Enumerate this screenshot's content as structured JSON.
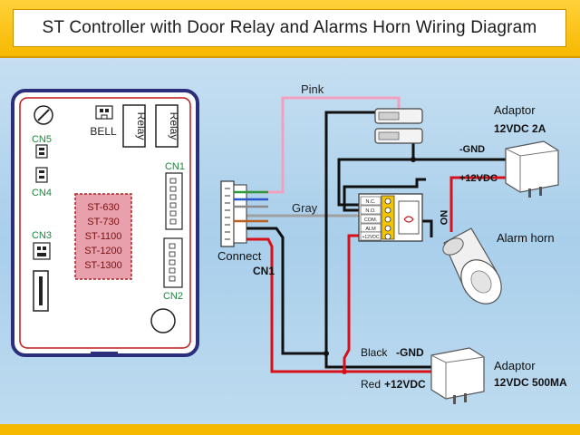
{
  "title": "ST Controller with Door Relay and Alarms Horn Wiring Diagram",
  "board": {
    "bell_label": "BELL",
    "relay_labels": [
      "Relay",
      "Relay"
    ],
    "cn5": "CN5",
    "cn4": "CN4",
    "cn3": "CN3",
    "cn1": "CN1",
    "cn2": "CN2",
    "models": [
      "ST-630",
      "ST-730",
      "ST-1100",
      "ST-1200",
      "ST-1300"
    ]
  },
  "connector": {
    "connect_label": "Connect",
    "cn1_label": "CN1"
  },
  "wires": {
    "pink": "Pink",
    "gray": "Gray",
    "black_label": "Black",
    "gnd_label": "-GND",
    "red_label": "Red",
    "v12_label": "+12VDC"
  },
  "relay_module": {
    "terminals": [
      "N.C.",
      "N.O.",
      "COM.",
      "ALM",
      "+12VDC"
    ],
    "no_label": "NO"
  },
  "adaptor_top": {
    "title": "Adaptor",
    "spec": "12VDC 2A",
    "gnd": "-GND",
    "v12": "+12VDC"
  },
  "adaptor_bottom": {
    "title": "Adaptor",
    "spec": "12VDC 500MA"
  },
  "alarm_horn": "Alarm horn",
  "colors": {
    "title_bar": "#f7b800",
    "background": "#a9cfeb",
    "board_border": "#2b2e7a",
    "board_trace": "#c01818",
    "model_box": "#e8a0ac",
    "wire_black": "#111111",
    "wire_red": "#d8101a",
    "wire_pink": "#f2a0c0",
    "wire_gray": "#a0a0a0"
  }
}
